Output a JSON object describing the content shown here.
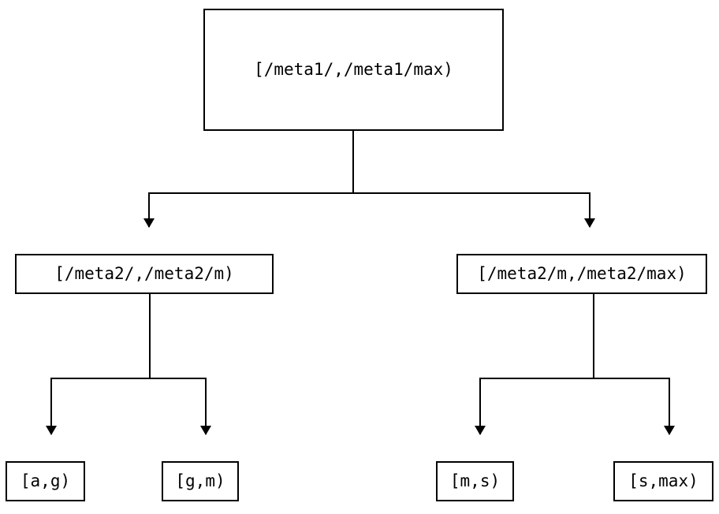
{
  "diagram": {
    "type": "binary-range-partition-tree",
    "orientation": "top-down",
    "background_color": "#ffffff",
    "stroke_color": "#000000",
    "text_color": "#000000",
    "stroke_width": 2,
    "nodes": {
      "root": {
        "label": "[/meta1/,/meta1/max)"
      },
      "mid_left": {
        "label": "[/meta2/,/meta2/m)"
      },
      "mid_right": {
        "label": "[/meta2/m,/meta2/max)"
      },
      "leaf_1": {
        "label": "[a,g)"
      },
      "leaf_2": {
        "label": "[g,m)"
      },
      "leaf_3": {
        "label": "[m,s)"
      },
      "leaf_4": {
        "label": "[s,max)"
      }
    },
    "edges": [
      {
        "from": "root",
        "to": "mid_left",
        "arrowhead": "filled-triangle-down"
      },
      {
        "from": "root",
        "to": "mid_right",
        "arrowhead": "filled-triangle-down"
      },
      {
        "from": "mid_left",
        "to": "leaf_1",
        "arrowhead": "filled-triangle-down"
      },
      {
        "from": "mid_left",
        "to": "leaf_2",
        "arrowhead": "filled-triangle-down"
      },
      {
        "from": "mid_right",
        "to": "leaf_3",
        "arrowhead": "filled-triangle-down"
      },
      {
        "from": "mid_right",
        "to": "leaf_4",
        "arrowhead": "filled-triangle-down"
      }
    ]
  }
}
